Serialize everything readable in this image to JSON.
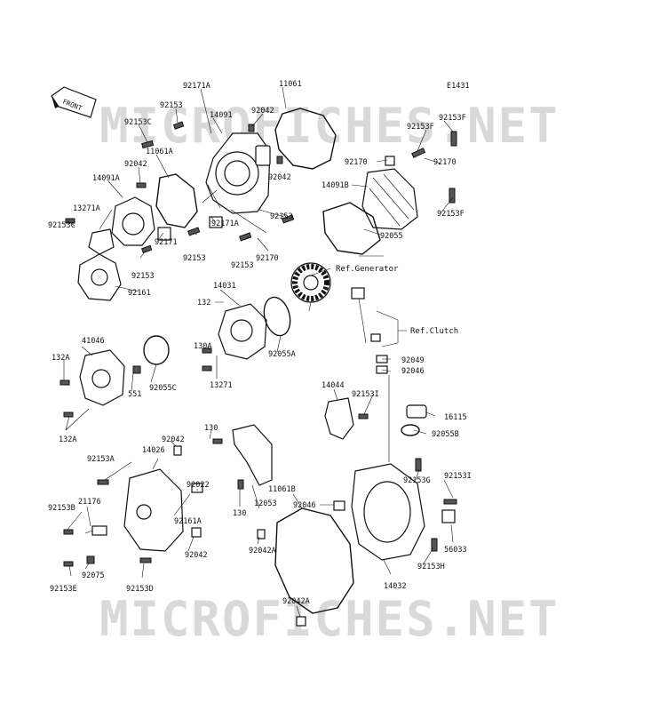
{
  "diagram": {
    "code": "E1431",
    "front_label": "FRONT",
    "watermark": "MICROFICHES.NET",
    "refs": [
      "Ref.Generator",
      "Ref.Clutch"
    ],
    "labels": {
      "92171A_top": "92171A",
      "11061": "11061",
      "92153_top": "92153",
      "14091": "14091",
      "92042_top": "92042",
      "92153C_top": "92153C",
      "92153F_a": "92153F",
      "92153F_b": "92153F",
      "92153F_c": "92153F",
      "11061A": "11061A",
      "92042_b": "92042",
      "92042_c": "92042",
      "92170_a": "92170",
      "92170_b": "92170",
      "92170_c": "92170",
      "14091A": "14091A",
      "14091B": "14091B",
      "13271A": "13271A",
      "92153C_b": "92153C",
      "92171": "92171",
      "92153_b": "92153",
      "92153_c": "92153",
      "92153_d": "92153",
      "92153_e": "92153",
      "92171A_b": "92171A",
      "92055": "92055",
      "92161": "92161",
      "14031": "14031",
      "132": "132",
      "92055A": "92055A",
      "130A": "130A",
      "13271": "13271",
      "41046": "41046",
      "132A_a": "132A",
      "132A_b": "132A",
      "92055C": "92055C",
      "551": "551",
      "92049": "92049",
      "92046_a": "92046",
      "92046_b": "92046",
      "14044": "14044",
      "92153I_a": "92153I",
      "92153I_b": "92153I",
      "16115": "16115",
      "92055B": "92055B",
      "130_a": "130",
      "130_b": "130",
      "92042_d": "92042",
      "92042_e": "92042",
      "14026": "14026",
      "92153A": "92153A",
      "92153G": "92153G",
      "11061B": "11061B",
      "21176": "21176",
      "92022": "92022",
      "92153B": "92153B",
      "92161A": "92161A",
      "12053": "12053",
      "92042A_a": "92042A",
      "92042A_b": "92042A",
      "56033": "56033",
      "92075": "92075",
      "92153E": "92153E",
      "92153D": "92153D",
      "92153H": "92153H",
      "14032": "14032"
    }
  }
}
